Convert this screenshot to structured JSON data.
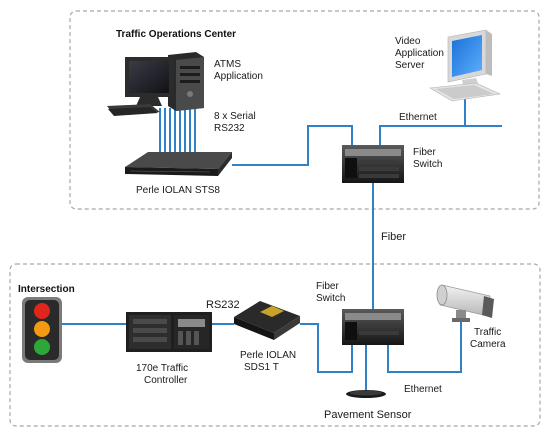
{
  "labels": {
    "toc_title": "Traffic Operations Center",
    "atms_line1": "ATMS",
    "atms_line2": "Application",
    "serial_line1": "8 x Serial",
    "serial_line2": "RS232",
    "sts8": "Perle IOLAN STS8",
    "video_line1": "Video",
    "video_line2": "Application",
    "video_line3": "Server",
    "ethernet_top": "Ethernet",
    "fiber_switch_top_line1": "Fiber",
    "fiber_switch_top_line2": "Switch",
    "fiber": "Fiber",
    "intersection": "Intersection",
    "rs232": "RS232",
    "fiber_switch_bottom_line1": "Fiber",
    "fiber_switch_bottom_line2": "Switch",
    "controller_line1": "170e Traffic",
    "controller_line2": "Controller",
    "sds1_line1": "Perle IOLAN",
    "sds1_line2": "SDS1 T",
    "camera_line1": "Traffic",
    "camera_line2": "Camera",
    "ethernet_bottom": "Ethernet",
    "pavement_sensor": "Pavement Sensor"
  },
  "colors": {
    "link": "#2f82c8",
    "boundary": "#a8a8a8",
    "signal_red": "#e0261c",
    "signal_amber": "#f29a12",
    "signal_green": "#2da838",
    "device_dark": "#1e1e1e"
  }
}
